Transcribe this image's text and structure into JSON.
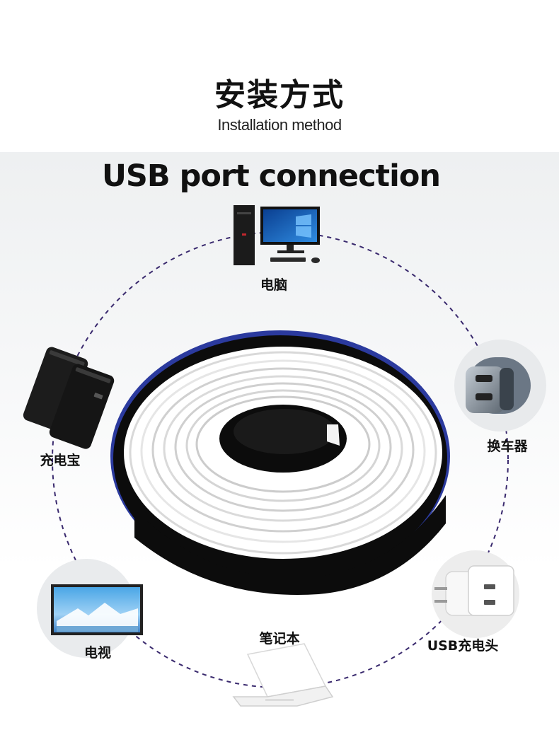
{
  "header": {
    "title_zh": "安装方式",
    "title_en": "Installation method"
  },
  "main": {
    "heading": "USB port connection",
    "devices": [
      {
        "id": "computer",
        "label": "电脑"
      },
      {
        "id": "car-charger",
        "label": "换车器"
      },
      {
        "id": "usb-charger",
        "label": "USB充电头"
      },
      {
        "id": "laptop",
        "label": "笔记本"
      },
      {
        "id": "tv",
        "label": "电视"
      },
      {
        "id": "power-bank",
        "label": "充电宝"
      }
    ]
  },
  "colors": {
    "ring_dashes": "#3a2a6e",
    "strip_white": "#ffffff",
    "reel_black": "#0c0c0c",
    "reel_outline": "#2b3a9e"
  },
  "icons": [
    "desktop-computer-icon",
    "car-charger-icon",
    "usb-charger-icon",
    "laptop-icon",
    "tv-icon",
    "power-bank-icon",
    "led-strip-reel-icon"
  ]
}
